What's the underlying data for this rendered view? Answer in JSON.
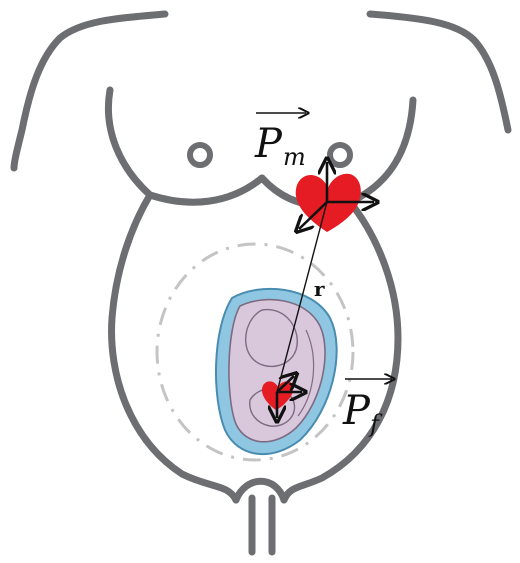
{
  "labels": {
    "maternal_dipole": {
      "symbol": "P",
      "subscript": "m"
    },
    "fetal_dipole": {
      "symbol": "P",
      "subscript": "f"
    },
    "distance_vector": "r"
  },
  "colors": {
    "body_outline": "#6d6e71",
    "heart": "#e51c23",
    "fetus_skin": "#d9c7dc",
    "amniotic_fluid": "#8fc7e3",
    "uterus_circle": "#c4c4c4",
    "arrows": "#111111"
  },
  "icons": {
    "maternal_heart": "heart-icon",
    "fetal_heart": "heart-icon",
    "fetus": "fetus-illustration"
  }
}
